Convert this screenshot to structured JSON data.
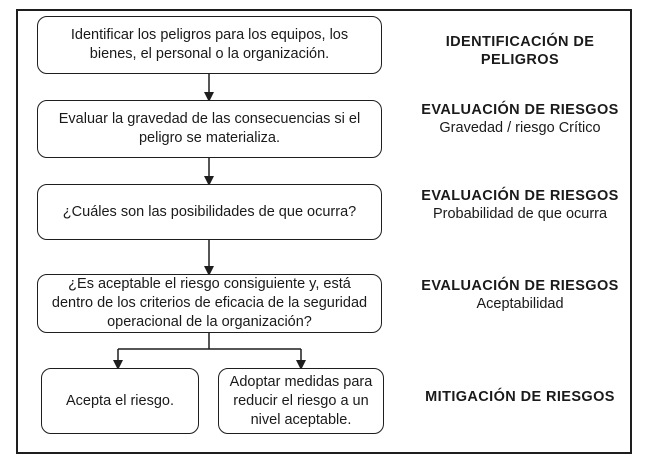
{
  "steps": [
    {
      "text": "Identificar los peligros para los equipos, los bienes, el personal o la organización.",
      "label_title": "IDENTIFICACIÓN DE PELIGROS",
      "label_sub": ""
    },
    {
      "text": "Evaluar la gravedad de las consecuencias si el peligro se materializa.",
      "label_title": "EVALUACIÓN DE RIESGOS",
      "label_sub": "Gravedad / riesgo Crítico"
    },
    {
      "text": "¿Cuáles son las posibilidades de que ocurra?",
      "label_title": "EVALUACIÓN DE RIESGOS",
      "label_sub": "Probabilidad de que ocurra"
    },
    {
      "text": "¿Es aceptable el riesgo consiguiente y, está dentro de los criterios de eficacia de la seguridad operacional de la organización?",
      "label_title": "EVALUACIÓN DE RIESGOS",
      "label_sub": "Aceptabilidad"
    }
  ],
  "outcomes": {
    "accept": "Acepta el riesgo.",
    "mitigate": "Adoptar medidas para reducir el riesgo a un nivel aceptable.",
    "label_title": "MITIGACIÓN DE RIESGOS"
  }
}
